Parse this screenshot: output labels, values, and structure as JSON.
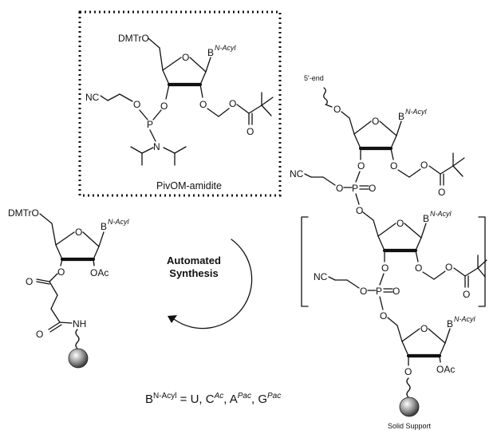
{
  "labels": {
    "dmtro": "DMTrO",
    "base": "B",
    "n_acyl": "N-Acyl",
    "cn": "NC",
    "o": "O",
    "p": "P",
    "n": "N",
    "oac": "OAc",
    "nh": "NH",
    "o_eq_p": "P",
    "eq_o": "O",
    "five_end": "5'-end"
  },
  "amidite_label": "PivOM-amidite",
  "cycle_label": [
    "Automated",
    "Synthesis"
  ],
  "solid_support_label": "Solid Support",
  "legend": {
    "prefix": "B",
    "prefix_sup": "N-Acyl",
    "equals": " = U, C",
    "c_sup": "Ac",
    "a": ", A",
    "a_sup": "Pac",
    "g": ", G",
    "g_sup": "Pac"
  }
}
